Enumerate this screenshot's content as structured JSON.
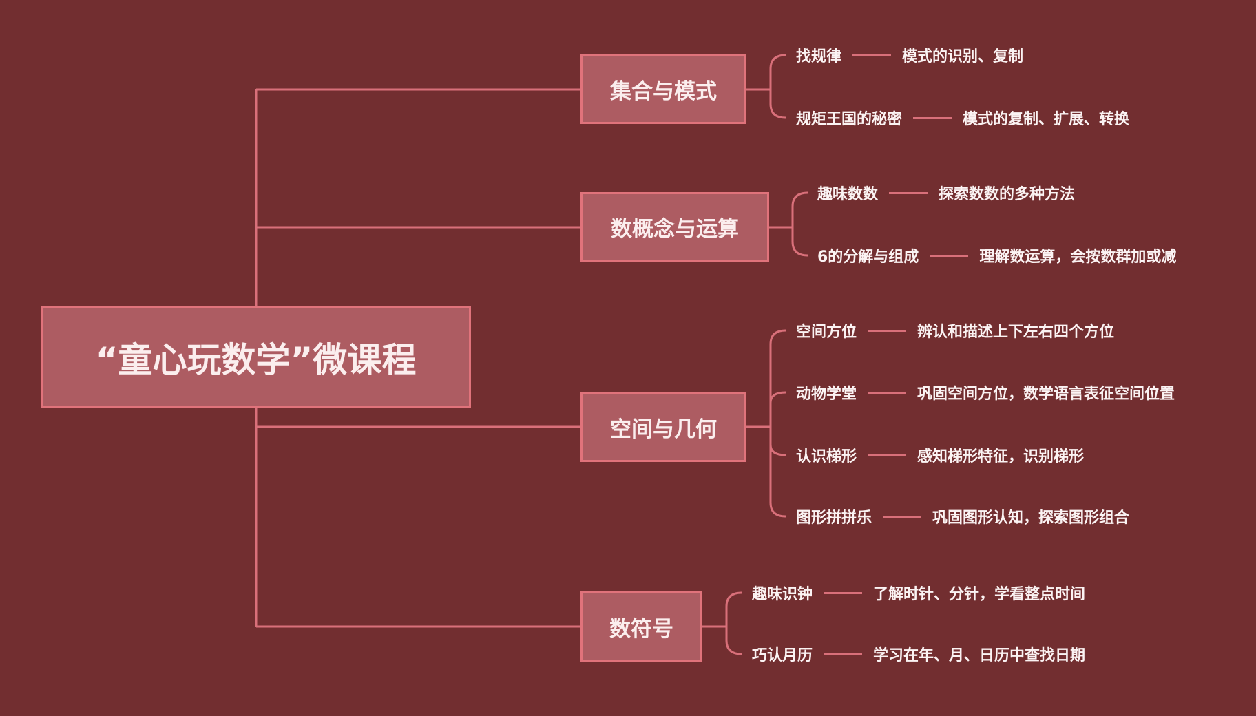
{
  "root": {
    "title": "“童心玩数学”微课程"
  },
  "colors": {
    "background": "#722e30",
    "box_fill": "#ad5c62",
    "box_border": "#e0737b",
    "line": "#d9707a"
  },
  "branches": [
    {
      "label": "集合与模式",
      "leaves": [
        {
          "topic": "找规律",
          "desc": "模式的识别、复制"
        },
        {
          "topic": "规矩王国的秘密",
          "desc": "模式的复制、扩展、转换"
        }
      ]
    },
    {
      "label": "数概念与运算",
      "leaves": [
        {
          "topic": "趣味数数",
          "desc": "探索数数的多种方法"
        },
        {
          "topic": "6的分解与组成",
          "desc": "理解数运算，会按数群加或减"
        }
      ]
    },
    {
      "label": "空间与几何",
      "leaves": [
        {
          "topic": "空间方位",
          "desc": "辨认和描述上下左右四个方位"
        },
        {
          "topic": "动物学堂",
          "desc": "巩固空间方位，数学语言表征空间位置"
        },
        {
          "topic": "认识梯形",
          "desc": "感知梯形特征，识别梯形"
        },
        {
          "topic": "图形拼拼乐",
          "desc": "巩固图形认知，探索图形组合"
        }
      ]
    },
    {
      "label": "数符号",
      "leaves": [
        {
          "topic": "趣味识钟",
          "desc": "了解时针、分针，学看整点时间"
        },
        {
          "topic": "巧认月历",
          "desc": "学习在年、月、日历中查找日期"
        }
      ]
    }
  ]
}
